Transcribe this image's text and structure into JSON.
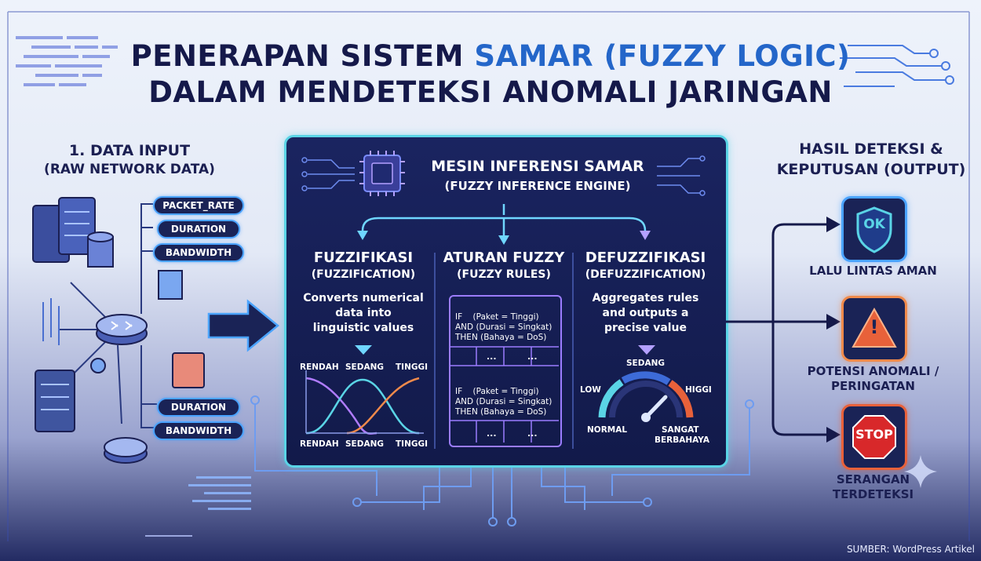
{
  "title": {
    "line1_pre": "PENERAPAN SISTEM ",
    "line1_accent": "SAMAR (FUZZY LOGIC)",
    "line2": "DALAM MENDETEKSI ANOMALI JARINGAN"
  },
  "input": {
    "heading1": "1. DATA INPUT",
    "heading2": "(RAW NETWORK DATA)",
    "tags": [
      "PACKET_RATE",
      "DURATION",
      "BANDWIDTH",
      "DURATION",
      "BANDWIDTH"
    ]
  },
  "engine": {
    "title1": "MESIN INFERENSI SAMAR",
    "title2": "(FUZZY INFERENCE ENGINE)",
    "fuzz": {
      "title1": "FUZZIFIKASI",
      "title2": "(FUZZIFICATION)",
      "desc": [
        "Converts numerical",
        "data into",
        "linguistic values"
      ],
      "top_labels": [
        "RENDAH",
        "SEDANG",
        "TINGGI"
      ],
      "bottom_labels": [
        "RENDAH",
        "SEDANG",
        "TINGGI"
      ]
    },
    "rules": {
      "title1": "ATURAN FUZZY",
      "title2": "(FUZZY RULES)",
      "rule1": [
        "IF    (Paket = Tinggi)",
        "AND (Durasi = Singkat)",
        "THEN (Bahaya = DoS)"
      ],
      "rule2": [
        "IF    (Paket = Tinggi)",
        "AND (Durasi = Singkat)",
        "THEN (Bahaya = DoS)"
      ],
      "ellipsis": "..."
    },
    "defuzz": {
      "title1": "DEFUZZIFIKASI",
      "title2": "(DEFUZZIFICATION)",
      "desc": [
        "Aggregates rules",
        "and outputs a",
        "precise value"
      ],
      "gauge_labels": {
        "top": "SEDANG",
        "low": "LOW",
        "high": "HIGGI",
        "normal": "NORMAL",
        "danger1": "SANGAT",
        "danger2": "BERBAHAYA"
      }
    }
  },
  "output": {
    "heading1": "HASIL DETEKSI &",
    "heading2": "KEPUTUSAN (OUTPUT)",
    "items": [
      {
        "icon_text": "OK",
        "label": [
          "LALU LINTAS AMAN"
        ]
      },
      {
        "icon_text": "!",
        "label": [
          "POTENSI ANOMALI /",
          "PERINGATAN"
        ]
      },
      {
        "icon_text": "STOP",
        "label": [
          "SERANGAN",
          "TERDETEKSI"
        ]
      }
    ]
  },
  "source": "SUMBER: WordPress Artikel",
  "colors": {
    "navy": "#1a2356",
    "cyan": "#5ad4e6",
    "purple": "#9b7cff",
    "orange": "#f08a4b",
    "safe": "#2aa7d8",
    "warn": "#e8613a",
    "stop": "#d8282a"
  }
}
